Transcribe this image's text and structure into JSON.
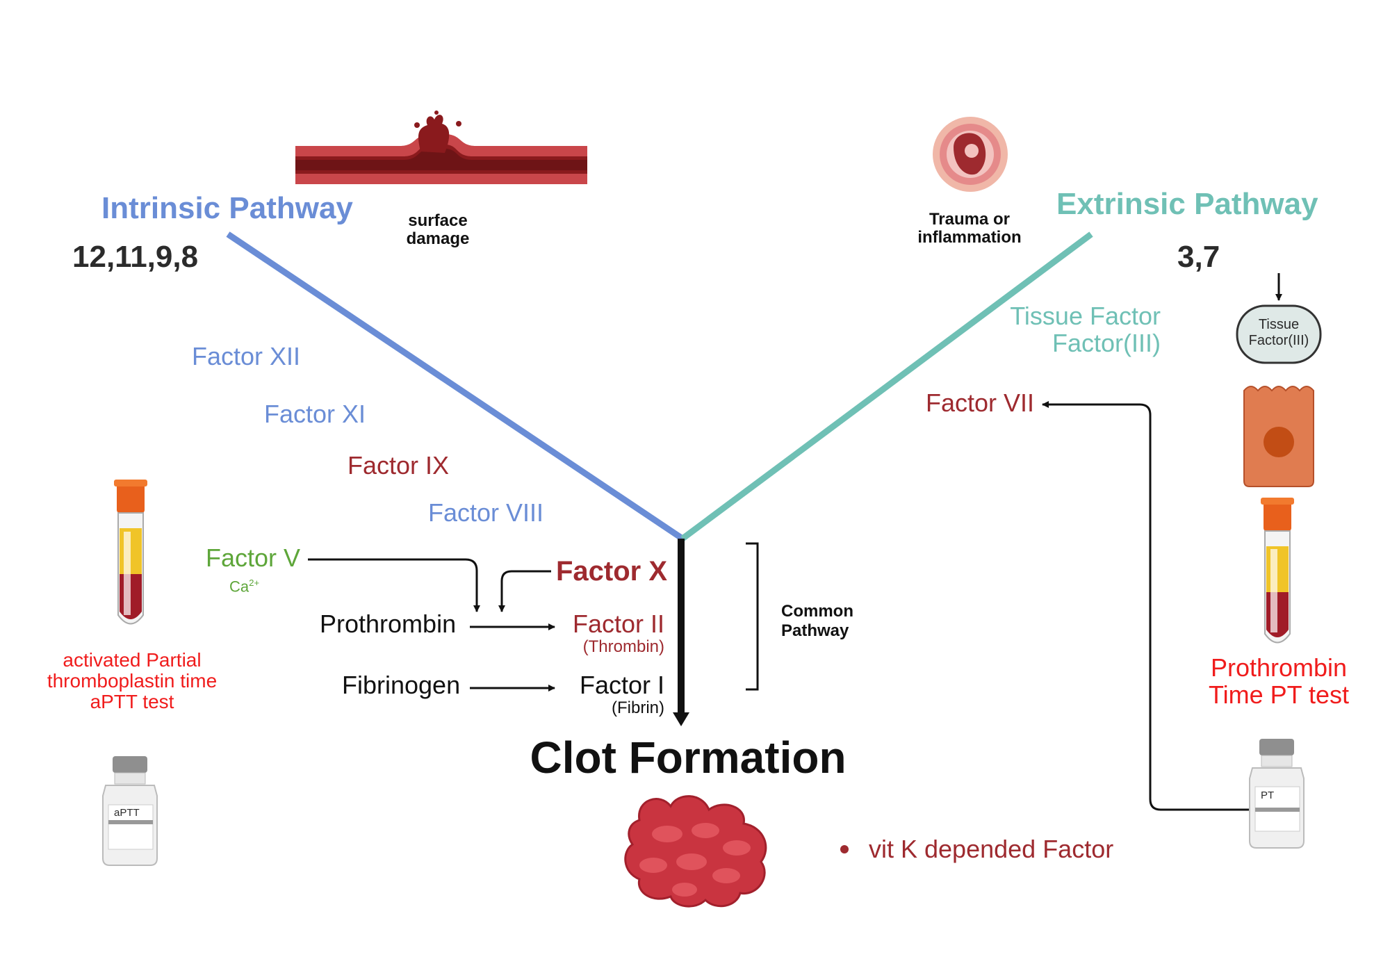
{
  "intrinsic": {
    "title": "Intrinsic Pathway",
    "numbers": "12,11,9,8",
    "trigger_line1": "surface",
    "trigger_line2": "damage",
    "factors": [
      "Factor XII",
      "Factor XI",
      "Factor IX",
      "Factor VIII"
    ]
  },
  "extrinsic": {
    "title": "Extrinsic Pathway",
    "numbers": "3,7",
    "trigger_line1": "Trauma or",
    "trigger_line2": "inflammation",
    "tissue_factor_line1": "Tissue Factor",
    "tissue_factor_line2": "Factor(III)",
    "cell_label_line1": "Tissue",
    "cell_label_line2": "Factor(III)",
    "factor_vii": "Factor VII"
  },
  "common": {
    "factor_v": "Factor V",
    "calcium": "Ca",
    "calcium_charge": "2+",
    "factor_x": "Factor X",
    "prothrombin": "Prothrombin",
    "factor_ii": "Factor II",
    "thrombin": "(Thrombin)",
    "fibrinogen": "Fibrinogen",
    "factor_i": "Factor I",
    "fibrin": "(Fibrin)",
    "label_line1": "Common",
    "label_line2": "Pathway"
  },
  "result": {
    "title": "Clot Formation"
  },
  "tests": {
    "aptt_line1": "activated Partial",
    "aptt_line2": "thromboplastin time",
    "aptt_line3": "aPTT test",
    "aptt_vial_label": "aPTT",
    "pt_line1": "Prothrombin",
    "pt_line2": "Time PT test",
    "pt_vial_label": "PT"
  },
  "legend": {
    "vitk": "vit K depended Factor"
  },
  "colors": {
    "intrinsic": "#6a8dd6",
    "extrinsic": "#6fc0b5",
    "vitk_factor": "#9e2a2f",
    "test_text": "#f01c1c",
    "cofactor": "#5ea63a"
  }
}
